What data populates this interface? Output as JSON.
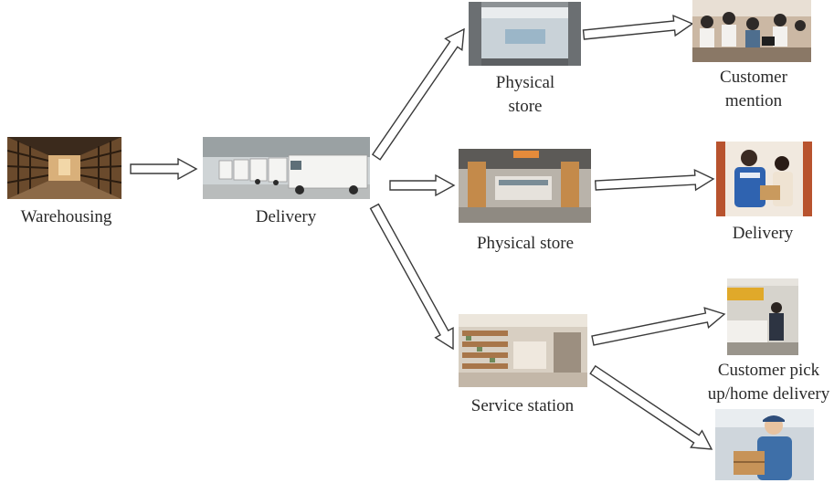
{
  "nodes": {
    "warehousing": {
      "label": "Warehousing",
      "image": "warehouse-aisle-photo"
    },
    "delivery_trucks": {
      "label": "Delivery",
      "image": "delivery-trucks-photo"
    },
    "store_top": {
      "label_line1": "Physical",
      "label_line2": "store",
      "image": "storefront-photo"
    },
    "store_mid": {
      "label": "Physical store",
      "image": "store-interior-photo"
    },
    "service_station": {
      "label": "Service station",
      "image": "service-station-photo"
    },
    "customer_mention": {
      "label_line1": "Customer",
      "label_line2": "mention",
      "image": "checkout-counter-photo"
    },
    "home_delivery": {
      "label": "Delivery",
      "image": "courier-handoff-photo"
    },
    "pickup": {
      "label_line1": "Customer pick",
      "label_line2": "up/home delivery",
      "image": "pickup-counter-photo"
    },
    "courier": {
      "image": "courier-with-box-photo"
    }
  },
  "colors": {
    "arrow_stroke": "#3a3a3a",
    "arrow_fill": "#ffffff",
    "text": "#2a2a2a"
  }
}
